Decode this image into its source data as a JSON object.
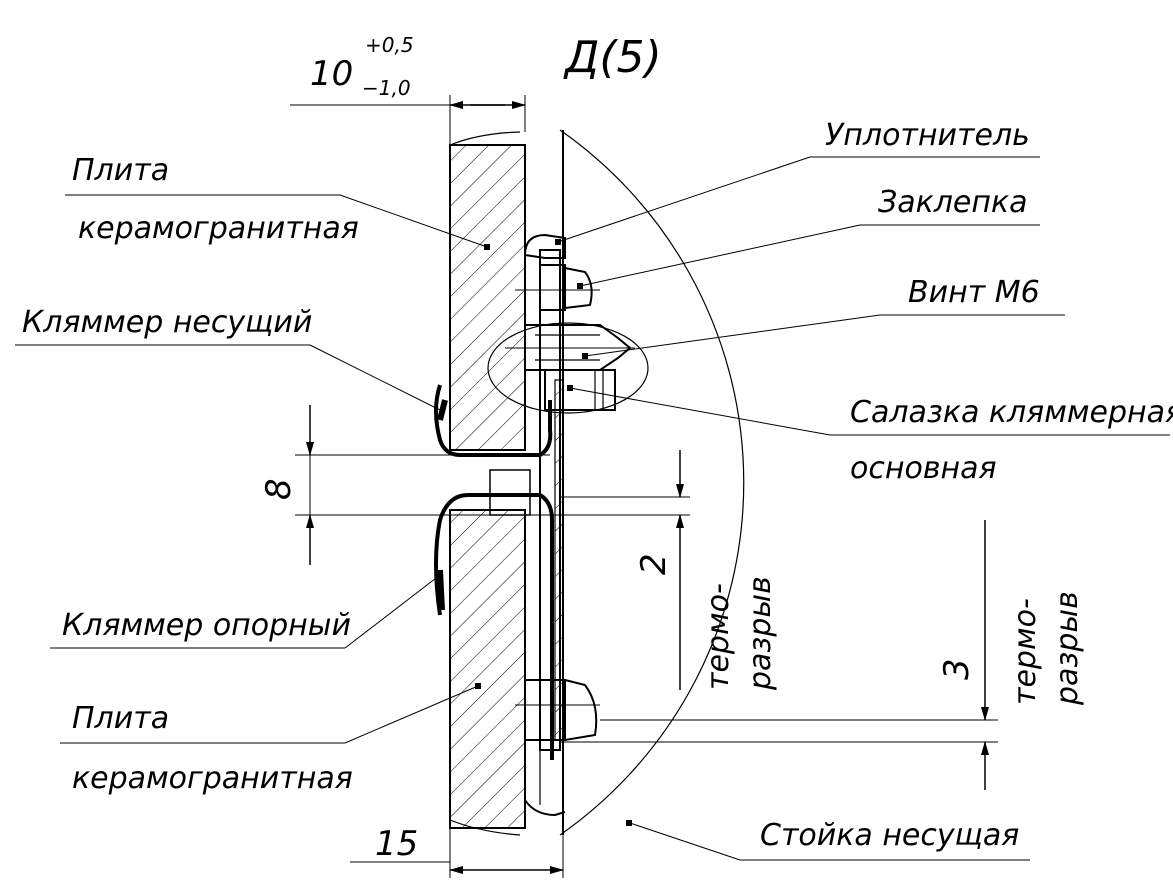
{
  "title": "Д(5)",
  "dimensions": {
    "top_width": "10",
    "top_tol_upper": "+0,5",
    "top_tol_lower": "−1,0",
    "bottom_width": "15",
    "gap_8": "8",
    "gap_2": "2",
    "gap_3": "3"
  },
  "callouts": {
    "seal": "Уплотнитель",
    "rivet": "Заклепка",
    "screw": "Винт М6",
    "slide_line1": "Салазка кляммерная",
    "slide_line2": "основная",
    "plate_top_line1": "Плита",
    "plate_top_line2": "керамогранитная",
    "clip_carrier": "Кляммер несущий",
    "clip_support": "Кляммер опорный",
    "plate_bottom_line1": "Плита",
    "plate_bottom_line2": "керамогранитная",
    "post": "Стойка несущая"
  },
  "thermal_break": {
    "line1": "термо-",
    "line2": "разрыв"
  }
}
